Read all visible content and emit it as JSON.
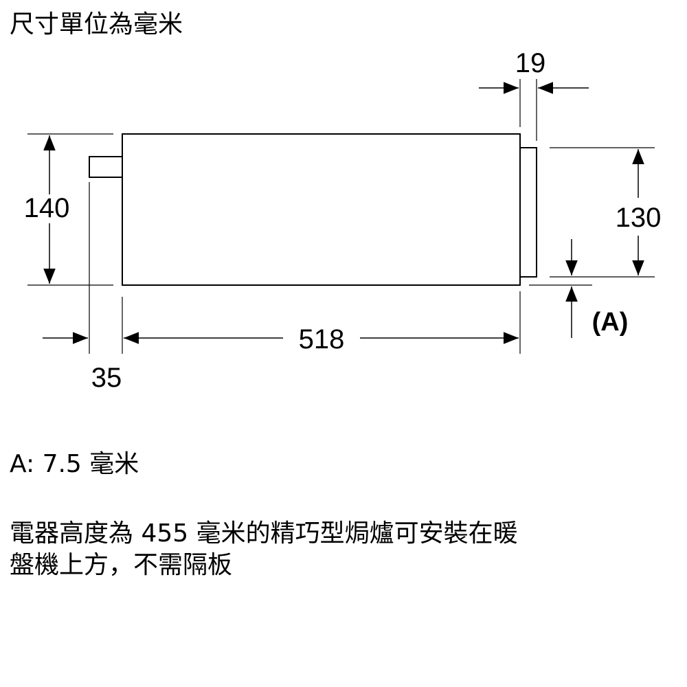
{
  "header": {
    "title": "尺寸單位為毫米"
  },
  "diagram": {
    "dimensions": {
      "height_left": "140",
      "height_right": "130",
      "width_main": "518",
      "depth_front": "35",
      "panel_thickness": "19",
      "gap_label": "(A)"
    }
  },
  "note": {
    "text": "A: 7.5 毫米"
  },
  "description": {
    "line1": "電器高度為 455 毫米的精巧型焗爐可安裝在暖",
    "line2": "盤機上方，不需隔板"
  }
}
